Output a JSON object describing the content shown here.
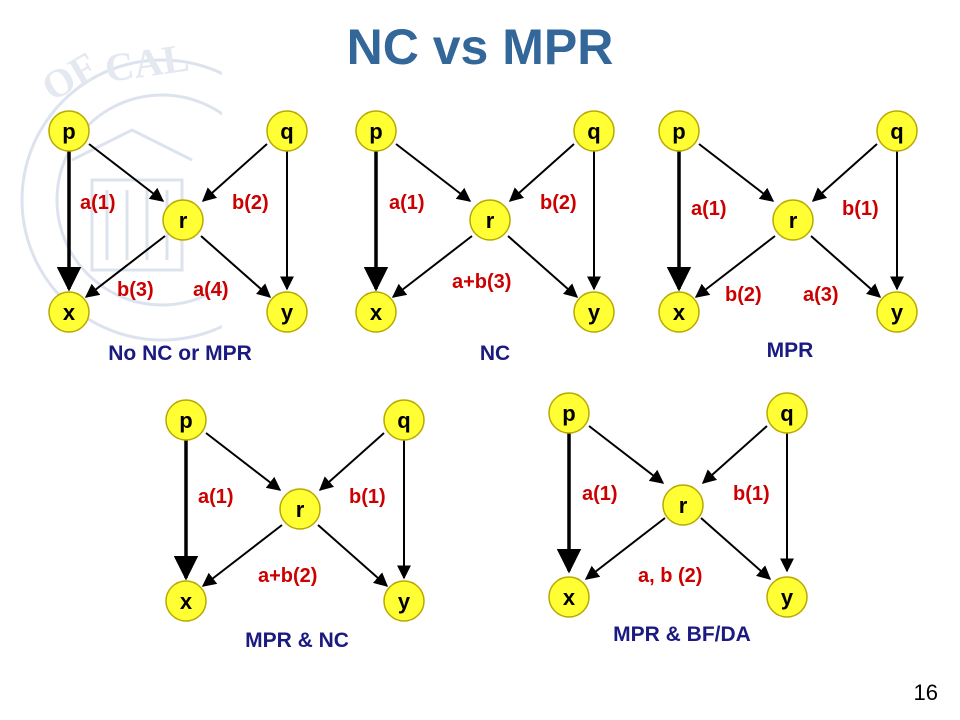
{
  "title": "NC vs MPR",
  "page_number": "16",
  "colors": {
    "title": "#336699",
    "node_fill": "#ffff33",
    "node_stroke": "#b8a800",
    "edge_label": "#cc0000",
    "caption": "#1a1a80"
  },
  "nodes": {
    "p": "p",
    "q": "q",
    "r": "r",
    "x": "x",
    "y": "y"
  },
  "diagrams": [
    {
      "caption": "No NC or MPR",
      "labels": [
        "a(1)",
        "b(2)",
        "b(3)",
        "a(4)"
      ]
    },
    {
      "caption": "NC",
      "labels": [
        "a(1)",
        "b(2)",
        "a+b(3)"
      ]
    },
    {
      "caption": "MPR",
      "labels": [
        "a(1)",
        "b(1)",
        "b(2)",
        "a(3)"
      ]
    },
    {
      "caption": "MPR & NC",
      "labels": [
        "a(1)",
        "b(1)",
        "a+b(2)"
      ]
    },
    {
      "caption": "MPR & BF/DA",
      "labels": [
        "a(1)",
        "b(1)",
        "a, b (2)"
      ]
    }
  ]
}
